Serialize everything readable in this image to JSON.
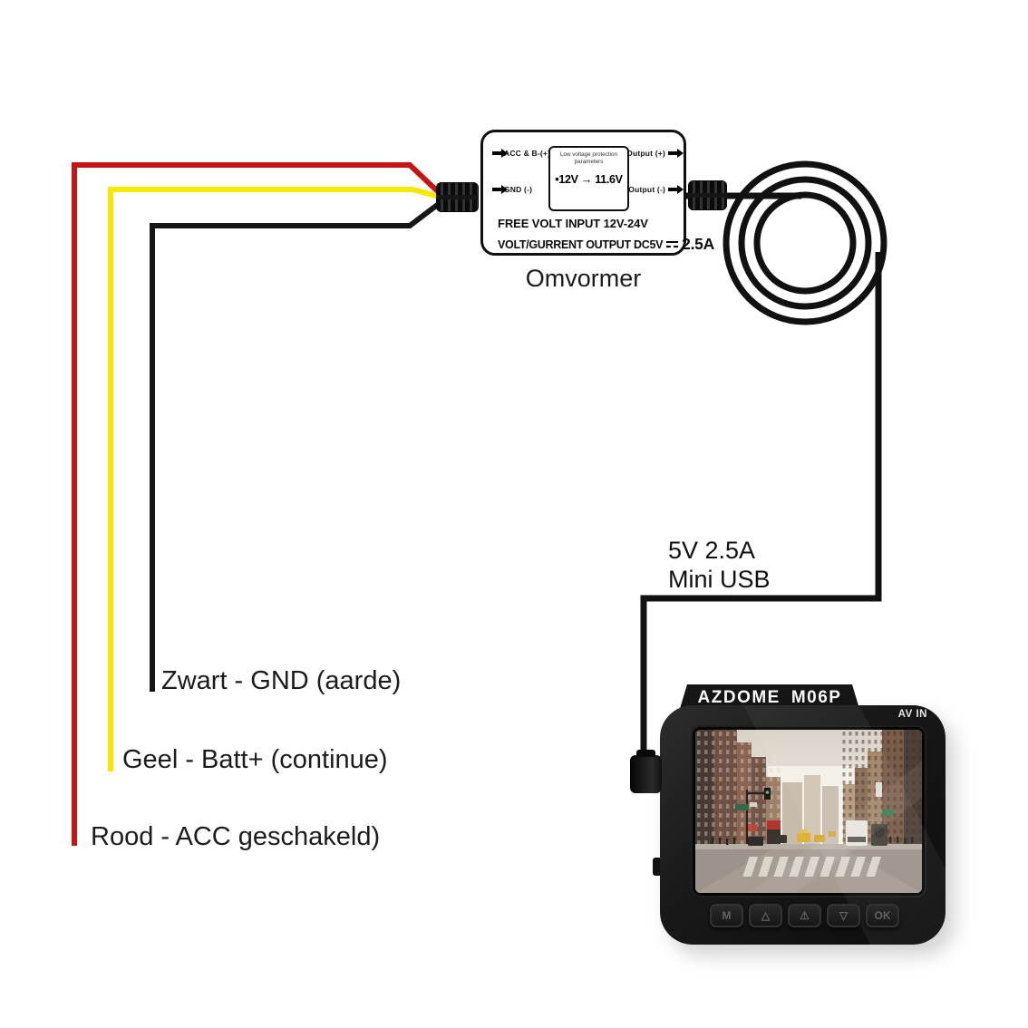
{
  "converter": {
    "name_label": "Omvormer",
    "input_ports": [
      {
        "label": "ACC & B-(+)"
      },
      {
        "label": "GND (-)"
      }
    ],
    "output_ports": [
      {
        "label": "Output (+)"
      },
      {
        "label": "Output (-)"
      }
    ],
    "protection": {
      "title": "Low voltage protection parameters",
      "value": "•12V → 11.6V"
    },
    "spec_input": "FREE VOLT INPUT  12V-24V",
    "spec_output_label": "VOLT/GURRENT OUTPUT  DC5V",
    "spec_output_value": "2.5A"
  },
  "wires": {
    "red": {
      "color": "#c41414",
      "label": "Rood - ACC geschakeld)"
    },
    "yellow": {
      "color": "#f6e800",
      "label": "Geel - Batt+ (continue)"
    },
    "black": {
      "color": "#161616",
      "label": "Zwart - GND (aarde)"
    }
  },
  "usb": {
    "line1": "5V 2.5A",
    "line2": "Mini USB",
    "cable_color": "#111111"
  },
  "camera": {
    "brand": "AZDOME",
    "model": "M06P",
    "av_in_label": "AV IN",
    "screen_content": "city street with taxis and crosswalk",
    "buttons": [
      {
        "name": "menu",
        "label": "M"
      },
      {
        "name": "up",
        "label": "△"
      },
      {
        "name": "emergency",
        "label": "⚠"
      },
      {
        "name": "down",
        "label": "▽"
      },
      {
        "name": "ok",
        "label": "OK"
      }
    ]
  }
}
